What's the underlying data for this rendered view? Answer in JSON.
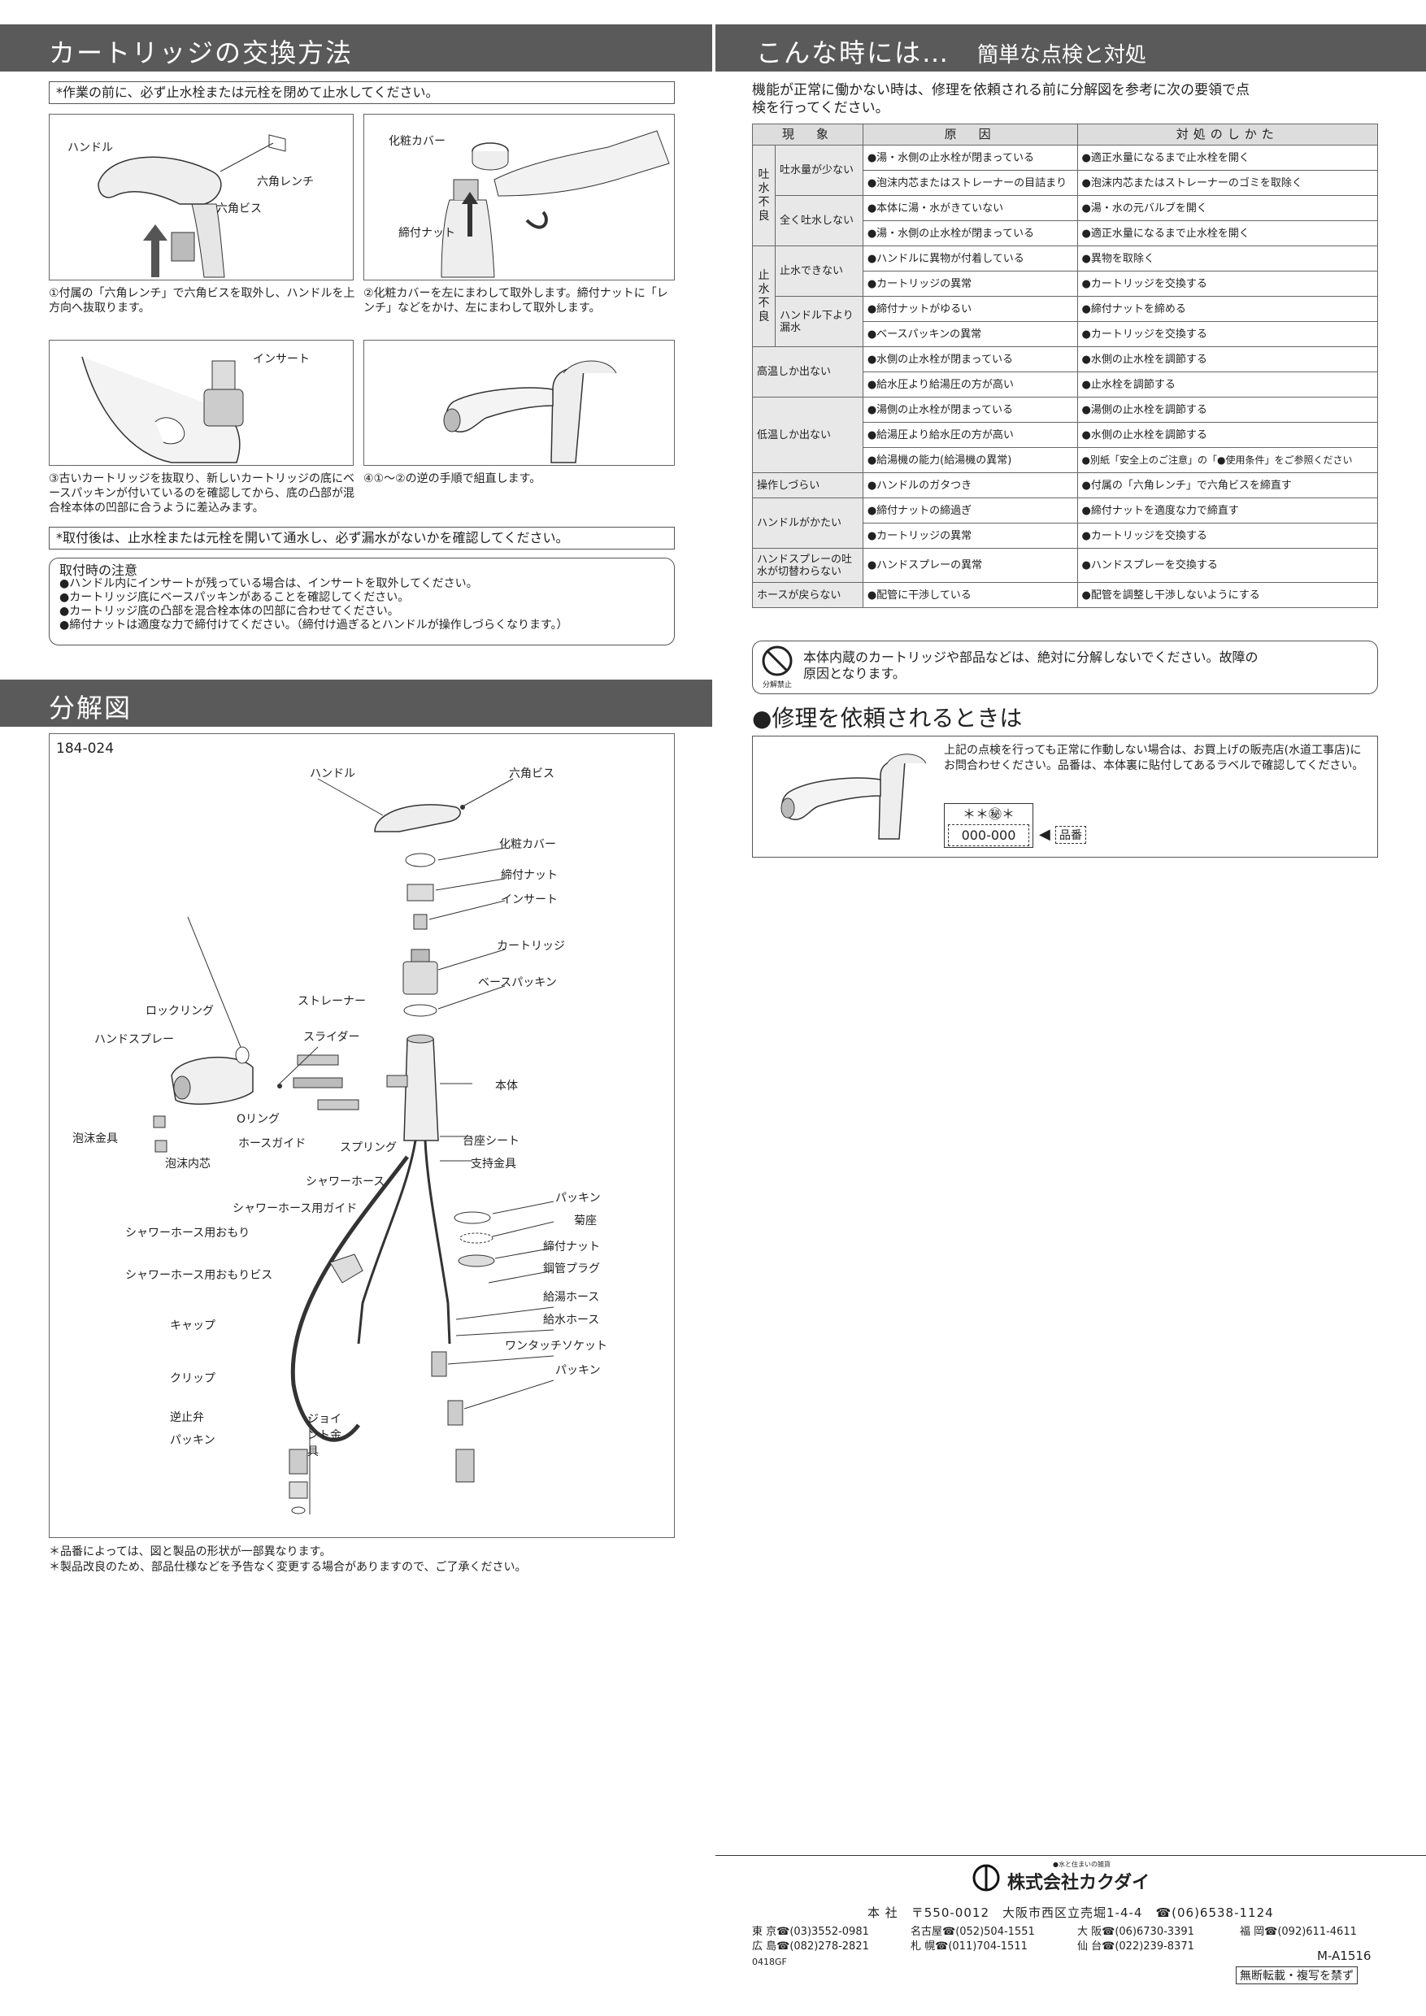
{
  "left_title": "カートリッジの交換方法",
  "right_title": "こんな時には…",
  "right_subtitle": "簡単な点検と対処",
  "pre_note": "*作業の前に、必ず止水栓または元栓を閉めて止水してください。",
  "step1": {
    "handle": "ハンドル",
    "wrench": "六角レンチ",
    "screw": "六角ビス",
    "caption": "①付属の「六角レンチ」で六角ビスを取外し、ハンドルを上方向へ抜取ります。"
  },
  "step2": {
    "cover": "化粧カバー",
    "nut": "締付ナット",
    "caption": "②化粧カバーを左にまわして取外します。締付ナットに「レンチ」などをかけ、左にまわして取外します。"
  },
  "step3": {
    "insert": "インサート",
    "caption": "③古いカートリッジを抜取り、新しいカートリッジの底にベースパッキンが付いているのを確認してから、底の凸部が混合栓本体の凹部に合うように差込みます。"
  },
  "step4": {
    "caption": "④①～②の逆の手順で組直します。"
  },
  "post_note": "*取付後は、止水栓または元栓を開いて通水し、必ず漏水がないかを確認してください。",
  "caution": {
    "title": "取付時の注意",
    "items": [
      "●ハンドル内にインサートが残っている場合は、インサートを取外してください。",
      "●カートリッジ底にベースパッキンがあることを確認してください。",
      "●カートリッジ底の凸部を混合栓本体の凹部に合わせてください。",
      "●締付ナットは適度な力で締付けてください。（締付け過ぎるとハンドルが操作しづらくなります。）"
    ]
  },
  "exploded_title": "分解図",
  "model": "184-024",
  "parts": {
    "handle": "ハンドル",
    "screw": "六角ビス",
    "cover": "化粧カバー",
    "nut": "締付ナット",
    "insert": "インサート",
    "cartridge": "カートリッジ",
    "base_packing": "ベースパッキン",
    "lock_ring": "ロックリング",
    "strainer": "ストレーナー",
    "hand_spray": "ハンドスプレー",
    "slider": "スライダー",
    "body": "本体",
    "o_ring": "Oリング",
    "hose_guide": "ホースガイド",
    "spring": "スプリング",
    "aerator": "泡沫金具",
    "base_sheet": "台座シート",
    "aerator_core": "泡沫内芯",
    "support": "支持金具",
    "shower_hose": "シャワーホース",
    "packing1": "パッキン",
    "hose_guide2": "シャワーホース用ガイド",
    "washer": "菊座",
    "weight": "シャワーホース用おもり",
    "nut2": "締付ナット",
    "weight_screw": "シャワーホース用おもりビス",
    "copper_plug": "銅管プラグ",
    "hot_hose": "給湯ホース",
    "cap": "キャップ",
    "cold_hose": "給水ホース",
    "socket": "ワンタッチソケット",
    "clip": "クリップ",
    "packing2": "パッキン",
    "check_valve": "逆止弁",
    "joint": "ジョイント金具",
    "packing3": "パッキン"
  },
  "footnotes": [
    "＊品番によっては、図と製品の形状が一部異なります。",
    "＊製品改良のため、部品仕様などを予告なく変更する場合がありますので、ご了承ください。"
  ],
  "intro": "機能が正常に働かない時は、修理を依頼される前に分解図を参考に次の要領で点検を行ってください。",
  "table": {
    "headers": [
      "現　象",
      "原　因",
      "対処のしかた"
    ],
    "g1": "吐水不良",
    "g2": "止水不良",
    "r1": {
      "p": "吐水量が少ない",
      "c1": "●湯・水側の止水栓が閉まっている",
      "s1": "●適正水量になるまで止水栓を開く",
      "c2": "●泡沫内芯またはストレーナーの目詰まり",
      "s2": "●泡沫内芯またはストレーナーのゴミを取除く"
    },
    "r2": {
      "p": "全く吐水しない",
      "c1": "●本体に湯・水がきていない",
      "s1": "●湯・水の元バルブを開く",
      "c2": "●湯・水側の止水栓が閉まっている",
      "s2": "●適正水量になるまで止水栓を開く"
    },
    "r3": {
      "p": "止水できない",
      "c1": "●ハンドルに異物が付着している",
      "s1": "●異物を取除く",
      "c2": "●カートリッジの異常",
      "s2": "●カートリッジを交換する"
    },
    "r4": {
      "p": "ハンドル下より漏水",
      "c1": "●締付ナットがゆるい",
      "s1": "●締付ナットを締める",
      "c2": "●ベースパッキンの異常",
      "s2": "●カートリッジを交換する"
    },
    "r5": {
      "p": "高温しか出ない",
      "c1": "●水側の止水栓が閉まっている",
      "s1": "●水側の止水栓を調節する",
      "c2": "●給水圧より給湯圧の方が高い",
      "s2": "●止水栓を調節する"
    },
    "r6": {
      "p": "低温しか出ない",
      "c1": "●湯側の止水栓が閉まっている",
      "s1": "●湯側の止水栓を調節する",
      "c2": "●給湯圧より給水圧の方が高い",
      "s2": "●水側の止水栓を調節する",
      "c3": "●給湯機の能力(給湯機の異常)",
      "s3": "●別紙「安全上のご注意」の「●使用条件」をご参照ください"
    },
    "r7": {
      "p": "操作しづらい",
      "c1": "●ハンドルのガタつき",
      "s1": "●付属の「六角レンチ」で六角ビスを締直す"
    },
    "r8": {
      "p": "ハンドルがかたい",
      "c1": "●締付ナットの締過ぎ",
      "s1": "●締付ナットを適度な力で締直す",
      "c2": "●カートリッジの異常",
      "s2": "●カートリッジを交換する"
    },
    "r9": {
      "p": "ハンドスプレーの吐水が切替わらない",
      "c1": "●ハンドスプレーの異常",
      "s1": "●ハンドスプレーを交換する"
    },
    "r10": {
      "p": "ホースが戻らない",
      "c1": "●配管に干渉している",
      "s1": "●配管を調整し干渉しないようにする"
    }
  },
  "warning": {
    "icon_label": "分解禁止",
    "text": "本体内蔵のカートリッジや部品などは、絶対に分解しないでください。故障の原因となります。"
  },
  "repair": {
    "title": "●修理を依頼されるときは",
    "text": "上記の点検を行っても正常に作動しない場合は、お買上げの販売店(水道工事店)にお問合わせください。品番は、本体裏に貼付してあるラベルで確認してください。",
    "label_top": "＊＊㊙＊",
    "label_bottom": "000-000",
    "pointer": "品番"
  },
  "company": {
    "logo_small": "●水と住まいの雑貨",
    "name": "株式会社カクダイ",
    "hq": "本 社　〒550-0012　大阪市西区立売堀1-4-4　☎(06)6538-1124",
    "branches": [
      "東 京☎(03)3552-0981",
      "名古屋☎(052)504-1551",
      "大 阪☎(06)6730-3391",
      "福 岡☎(092)611-4611",
      "広 島☎(082)278-2821",
      "札 幌☎(011)704-1511",
      "仙 台☎(022)239-8371"
    ],
    "code": "0418GF",
    "docno": "M-A1516",
    "stamp": "無断転載・複写を禁ず"
  }
}
